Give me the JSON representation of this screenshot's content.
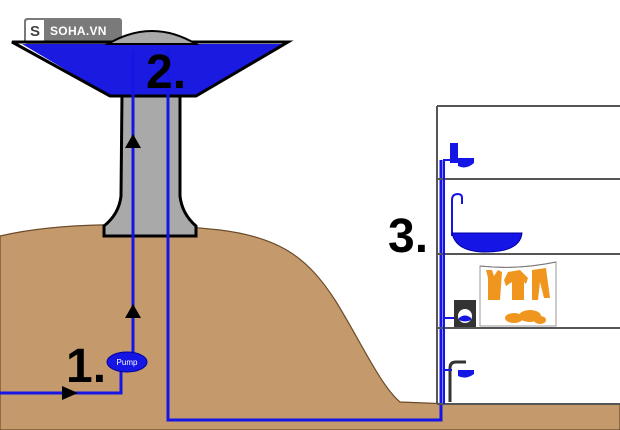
{
  "watermark": {
    "mark": "S",
    "text": "SOHA.VN"
  },
  "labels": {
    "step1": "1.",
    "step2": "2.",
    "step3": "3.",
    "pump": "Pump"
  },
  "colors": {
    "ground": "#c49a6c",
    "pipe": "#1515e6",
    "water": "#1a1ae0",
    "tower": "#a9a9a9",
    "laundry": "#f0961e",
    "building_line": "#555555"
  }
}
